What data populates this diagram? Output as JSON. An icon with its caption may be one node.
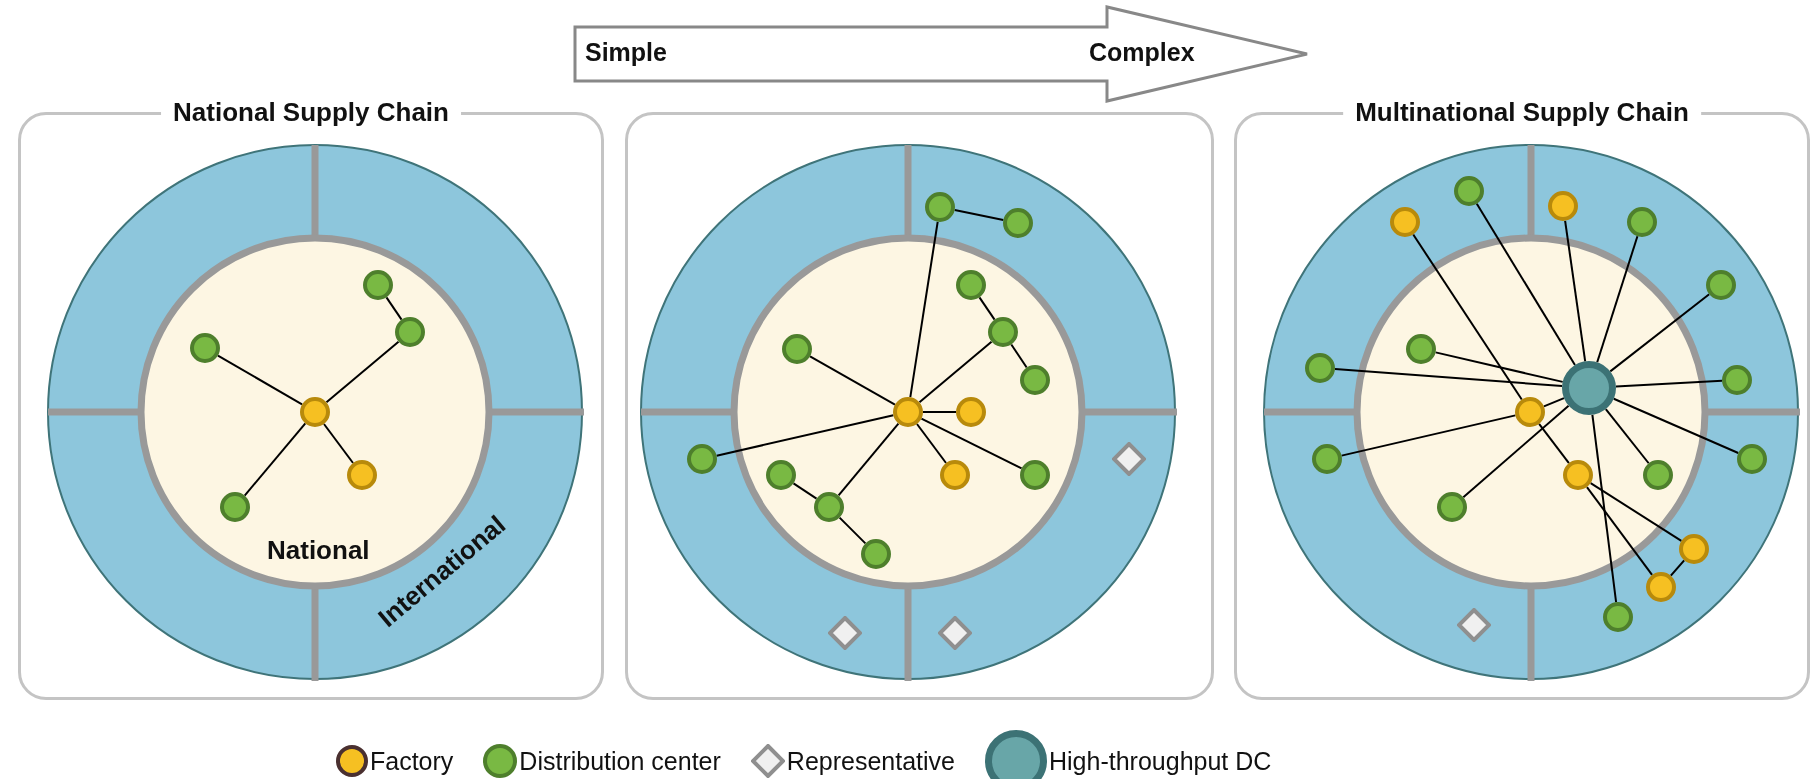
{
  "diagram": {
    "nodes": [
      {
        "text": [
          "Simple",
          "Complex"
        ]
      },
      {
        "text": [
          "National Supply Chain"
        ]
      },
      {
        "text": [],
        "shape": "box"
      },
      {
        "text": [
          "Multinational Supply Chain"
        ]
      },
      {
        "text": [],
        "shape": "circle",
        "in": 1
      },
      {
        "text": [],
        "shape": "circle",
        "in": 1
      },
      {
        "text": [],
        "shape": "circle",
        "in": 1
      },
      {
        "text": [],
        "shape": "circle",
        "in": 1
      },
      {
        "text": [],
        "shape": "circle",
        "in": 1
      },
      {
        "text": [],
        "shape": "circle",
        "in": 1
      },
      {
        "text": [],
        "shape": "circle",
        "in": 2
      },
      {
        "text": [],
        "shape": "circle",
        "in": 2
      },
      {
        "text": [],
        "shape": "circle",
        "in": 2
      },
      {
        "text": [],
        "shape": "circle",
        "in": 2
      },
      {
        "text": [],
        "shape": "circle",
        "in": 2
      },
      {
        "text": [],
        "shape": "circle",
        "in": 2
      },
      {
        "text": [],
        "shape": "circle",
        "in": 2
      },
      {
        "text": [],
        "shape": "circle",
        "in": 2
      },
      {
        "text": [],
        "shape": "circle",
        "in": 2
      },
      {
        "text": [],
        "shape": "circle",
        "in": 2
      },
      {
        "text": [],
        "shape": "circle",
        "in": 2
      },
      {
        "text": [],
        "shape": "circle",
        "in": 2
      },
      {
        "text": [],
        "shape": "circle",
        "in": 2
      },
      {
        "text": [],
        "shape": "circle",
        "in": 2
      },
      {
        "text": [],
        "shape": "diamond",
        "in": 2
      },
      {
        "text": [],
        "shape": "diamond",
        "in": 2
      },
      {
        "text": [],
        "shape": "diamond",
        "in": 2
      },
      {
        "text": [],
        "shape": "circle",
        "in": 3
      },
      {
        "text": [],
        "shape": "circle",
        "in": 3
      },
      {
        "text": [],
        "shape": "circle",
        "in": 3
      },
      {
        "text": [],
        "shape": "circle",
        "in": 3
      },
      {
        "text": [],
        "shape": "circle",
        "in": 3
      },
      {
        "text": [],
        "shape": "circle",
        "in": 3
      },
      {
        "text": [],
        "shape": "circle",
        "in": 3
      },
      {
        "text": [],
        "shape": "circle",
        "in": 3
      },
      {
        "text": [],
        "shape": "circle",
        "in": 3
      },
      {
        "text": [],
        "shape": "circle",
        "in": 3
      },
      {
        "text": [],
        "shape": "circle",
        "in": 3
      },
      {
        "text": [],
        "shape": "circle",
        "in": 3
      },
      {
        "text": [],
        "shape": "circle",
        "in": 3
      },
      {
        "text": [],
        "shape": "circle",
        "in": 3
      },
      {
        "text": [],
        "shape": "circle",
        "in": 3
      },
      {
        "text": [],
        "shape": "circle",
        "in": 3
      },
      {
        "text": [],
        "shape": "circle",
        "in": 3
      },
      {
        "text": [],
        "shape": "circle",
        "in": 3
      },
      {
        "text": [],
        "shape": "diamond",
        "in": 3
      }
    ],
    "edges": [
      {
        "from": 4,
        "to": 6,
        "arrow": "none"
      },
      {
        "from": 4,
        "to": 7,
        "arrow": "none"
      },
      {
        "from": 4,
        "to": 8,
        "arrow": "none"
      },
      {
        "from": 8,
        "to": 9,
        "arrow": "none"
      },
      {
        "from": 4,
        "to": 5,
        "arrow": "none"
      },
      {
        "from": 10,
        "to": 13,
        "arrow": "none"
      },
      {
        "from": 13,
        "to": 14,
        "arrow": "none"
      },
      {
        "from": 10,
        "to": 11,
        "arrow": "none"
      },
      {
        "from": 10,
        "to": 12,
        "arrow": "none"
      },
      {
        "from": 10,
        "to": 16,
        "arrow": "none"
      },
      {
        "from": 15,
        "to": 16,
        "arrow": "none"
      },
      {
        "from": 16,
        "to": 17,
        "arrow": "none"
      },
      {
        "from": 10,
        "to": 18,
        "arrow": "none"
      },
      {
        "from": 10,
        "to": 19,
        "arrow": "none"
      },
      {
        "from": 10,
        "to": 21,
        "arrow": "none"
      },
      {
        "from": 20,
        "to": 21,
        "arrow": "none"
      },
      {
        "from": 21,
        "to": 22,
        "arrow": "none"
      },
      {
        "from": 10,
        "to": 23,
        "arrow": "none"
      },
      {
        "from": 29,
        "to": 28,
        "arrow": "none"
      },
      {
        "from": 28,
        "to": 31,
        "arrow": "none"
      },
      {
        "from": 34,
        "to": 27,
        "arrow": "none"
      },
      {
        "from": 30,
        "to": 27,
        "arrow": "none"
      },
      {
        "from": 35,
        "to": 27,
        "arrow": "none"
      },
      {
        "from": 36,
        "to": 27,
        "arrow": "none"
      },
      {
        "from": 37,
        "to": 27,
        "arrow": "none"
      },
      {
        "from": 38,
        "to": 27,
        "arrow": "none"
      },
      {
        "from": 39,
        "to": 27,
        "arrow": "none"
      },
      {
        "from": 40,
        "to": 27,
        "arrow": "none"
      },
      {
        "from": 41,
        "to": 27,
        "arrow": "none"
      },
      {
        "from": 42,
        "to": 28,
        "arrow": "none"
      },
      {
        "from": 43,
        "to": 27,
        "arrow": "none"
      },
      {
        "from": 44,
        "to": 27,
        "arrow": "none"
      },
      {
        "from": 28,
        "to": 27,
        "arrow": "none"
      },
      {
        "from": 31,
        "to": 32,
        "arrow": "none"
      },
      {
        "from": 31,
        "to": 33,
        "arrow": "none"
      },
      {
        "from": 33,
        "to": 32,
        "arrow": "none"
      }
    ],
    "labels": [
      "National",
      "International"
    ],
    "legend": [
      {
        "text": "Factory"
      },
      {
        "text": "Distribution center"
      },
      {
        "text": "Representative"
      },
      {
        "text": "High-throughput DC"
      }
    ]
  }
}
